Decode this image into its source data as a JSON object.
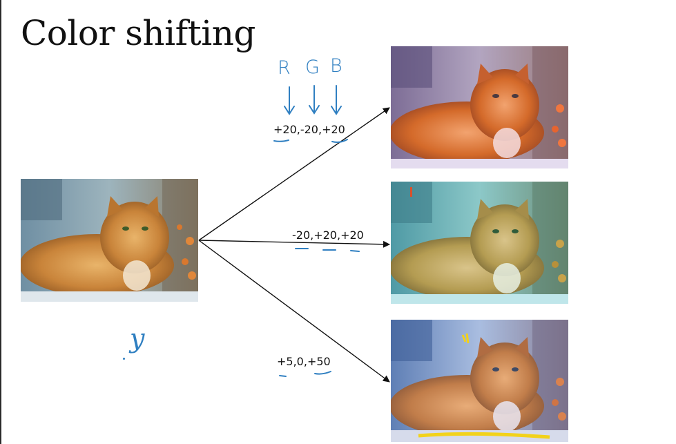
{
  "slide": {
    "title": "Color shifting",
    "annotations": {
      "rgb_letters": [
        "R",
        "G",
        "B"
      ],
      "label_mark": "y"
    },
    "shifts": [
      {
        "text": "+20,-20,+20",
        "tint": "#d46a2a"
      },
      {
        "text": "-20,+20,+20",
        "tint": "#5fb0b0"
      },
      {
        "text": "+5,0,+50",
        "tint": "#7a78c8"
      }
    ],
    "colors": {
      "ink_blue": "#2f7fc1",
      "highlight_yellow": "#f2d21b",
      "cat_orange": "#c9843a"
    }
  }
}
